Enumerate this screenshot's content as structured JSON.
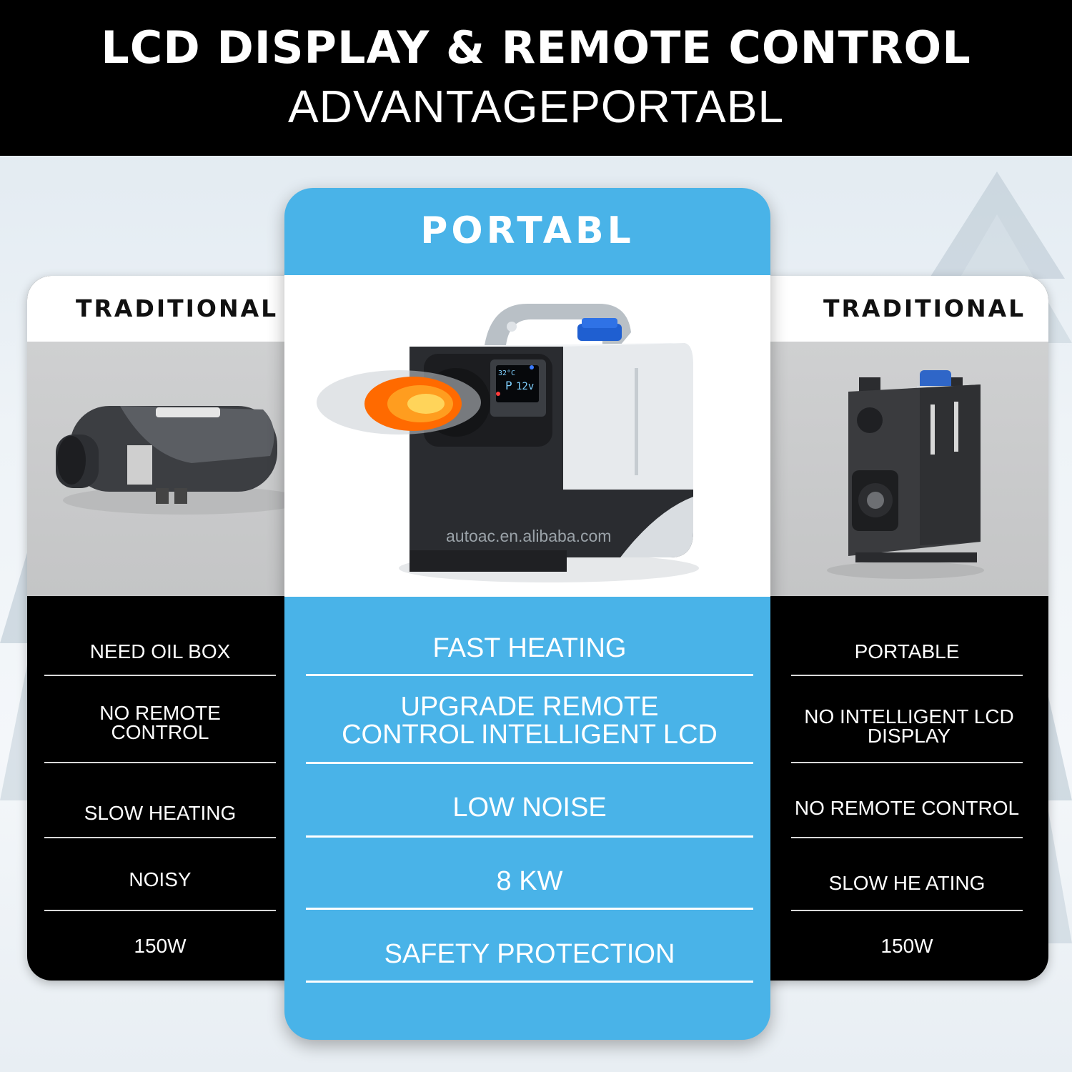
{
  "header": {
    "title": "LCD DISPLAY & REMOTE CONTROL",
    "subtitle": "ADVANTAGEPORTABL"
  },
  "left_card": {
    "label": "TRADITIONAL",
    "items": [
      "NEED OIL BOX",
      "NO REMOTE\nCONTROL",
      "SLOW HEATING",
      "NOISY",
      "150W"
    ]
  },
  "center_card": {
    "label": "PORTABL",
    "watermark": "autoac.en.alibaba.com",
    "items": [
      "FAST HEATING",
      "UPGRADE REMOTE\nCONTROL INTELLIGENT LCD",
      "LOW NOISE",
      "8 KW",
      "SAFETY PROTECTION"
    ],
    "lcd": {
      "temp": "32°C",
      "mode": "P",
      "voltage": "12v"
    }
  },
  "right_card": {
    "label": "TRADITIONAL",
    "items": [
      "PORTABLE",
      "NO INTELLIGENT LCD\nDISPLAY",
      "NO REMOTE CONTROL",
      "SLOW HE ATING",
      "150W"
    ]
  },
  "colors": {
    "accent_blue": "#49b3e8",
    "header_bg": "#000000",
    "side_list_bg": "#000000",
    "cap_blue": "#1f5fd1"
  },
  "icons": [
    "flame-icon",
    "snow-tree-icon"
  ]
}
